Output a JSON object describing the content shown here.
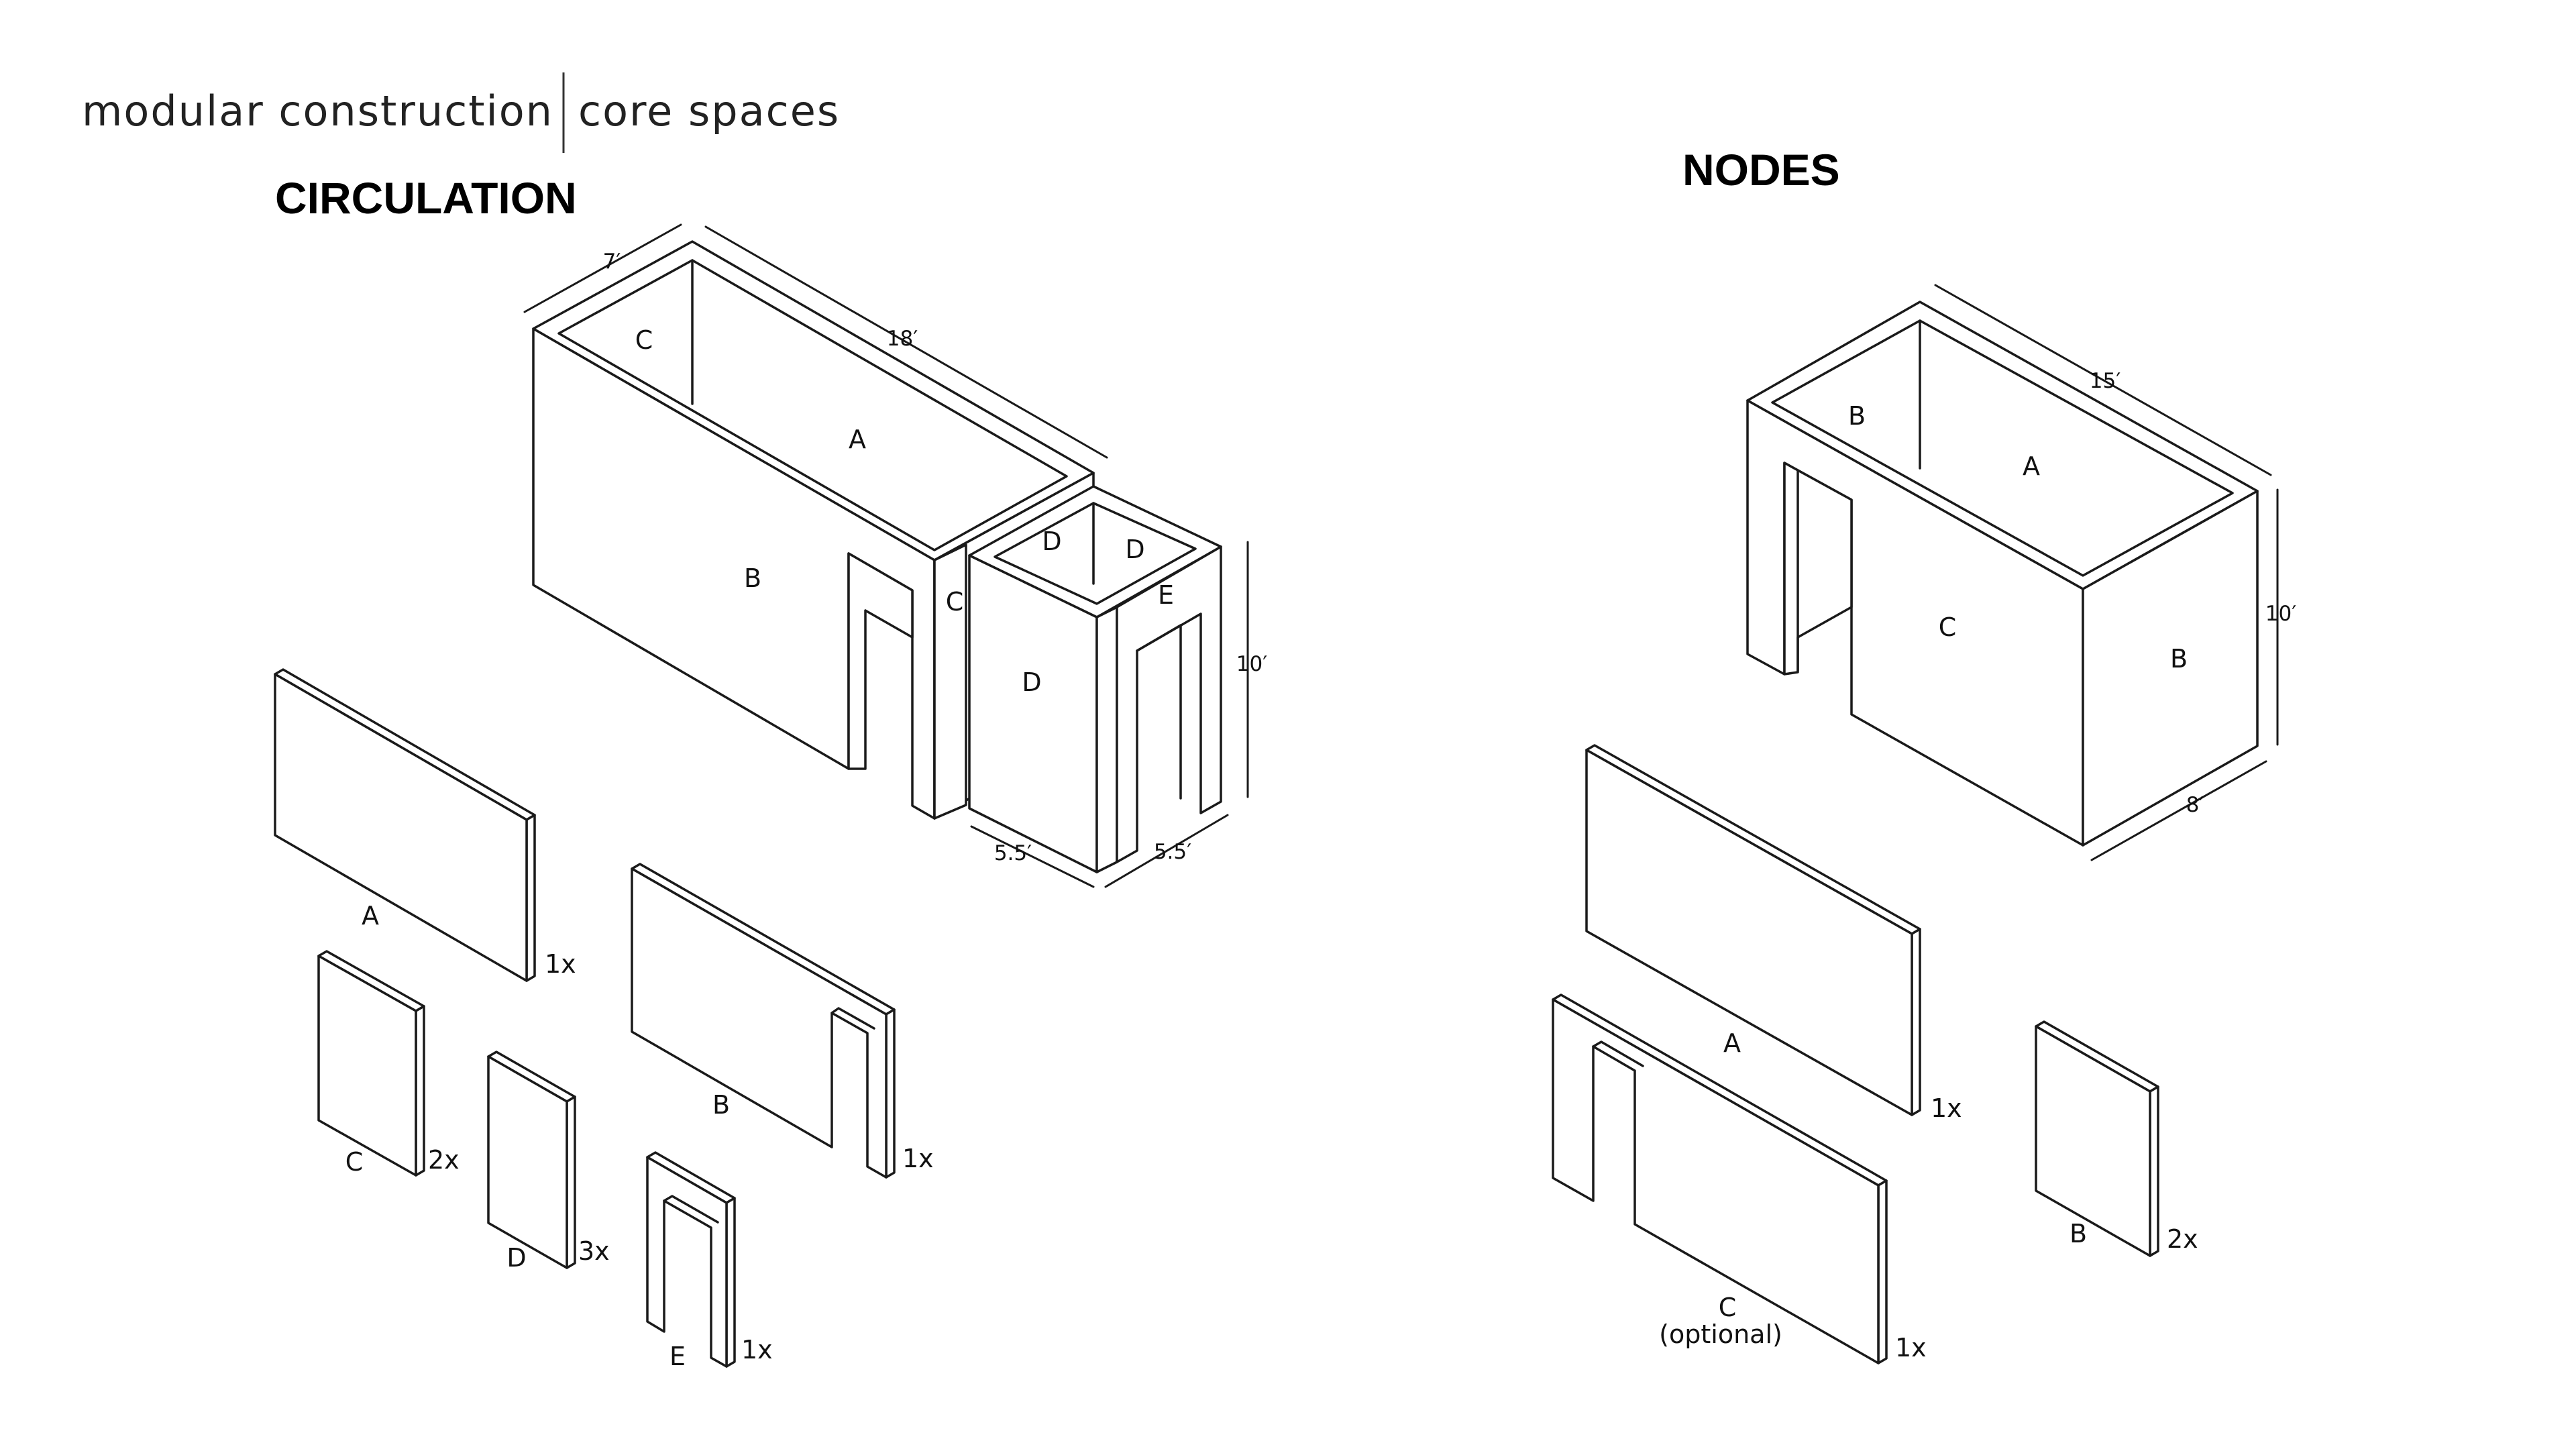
{
  "title": {
    "main": "modular construction",
    "sub": "core spaces"
  },
  "sections": {
    "circulation": {
      "heading": "CIRCULATION",
      "dimensions": {
        "width": "7′",
        "length": "18′",
        "height": "10′",
        "annex_a": "5.5′",
        "annex_b": "5.5′"
      },
      "assembly_labels": {
        "a": "A",
        "b": "B",
        "c_left": "C",
        "c_mid": "C",
        "d1": "D",
        "d2": "D",
        "d3": "D",
        "e": "E"
      },
      "parts": [
        {
          "letter": "A",
          "count": "1x"
        },
        {
          "letter": "B",
          "count": "1x"
        },
        {
          "letter": "C",
          "count": "2x"
        },
        {
          "letter": "D",
          "count": "3x"
        },
        {
          "letter": "E",
          "count": "1x"
        }
      ]
    },
    "nodes": {
      "heading": "NODES",
      "dimensions": {
        "length": "15′",
        "height": "10′",
        "width": "8′"
      },
      "assembly_labels": {
        "a": "A",
        "b_top": "B",
        "b_side": "B",
        "c": "C"
      },
      "parts": [
        {
          "letter": "A",
          "count": "1x"
        },
        {
          "letter": "B",
          "count": "2x"
        },
        {
          "letter": "C",
          "note": "(optional)",
          "count": "1x"
        }
      ]
    }
  }
}
